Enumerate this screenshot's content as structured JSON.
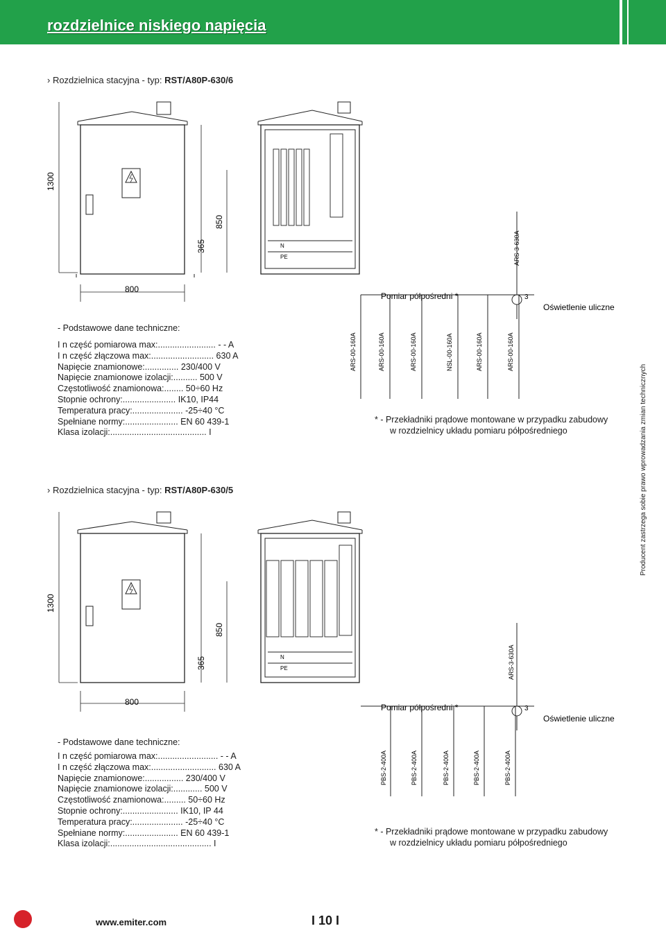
{
  "header": {
    "title": "rozdzielnice niskiego napięcia"
  },
  "section1": {
    "title_prefix": "›  Rozdzielnica stacyjna - typ: ",
    "title_type": "RST/A80P-630/6",
    "dims": {
      "height": "1300",
      "width": "800",
      "inner_height": "850",
      "bottom": "365"
    },
    "panel_labels": {
      "n": "N",
      "pe": "PE"
    },
    "labels": {
      "pomiar": "Pomiar półpośredni *",
      "oswietlenie": "Oświetlenie uliczne",
      "ars_main": "ARS-3-630A",
      "three": "3",
      "outputs": [
        "ARS-00-160A",
        "ARS-00-160A",
        "ARS-00-160A",
        "NSL-00-160A",
        "ARS-00-160A",
        "ARS-00-160A"
      ]
    },
    "specs_head": "-  Podstawowe dane techniczne:",
    "specs": [
      "I n część pomiarowa max:........................ - - A",
      "I n część złączowa max:.......................... 630 A",
      "Napięcie znamionowe:.............. 230/400 V",
      "Napięcie znamionowe izolacji:.......... 500 V",
      "Częstotliwość znamionowa:........ 50÷60 Hz",
      "Stopnie ochrony:...................... IK10, IP44",
      "Temperatura pracy:..................... -25÷40 °C",
      "Spełniane normy:...................... EN 60 439-1",
      "Klasa izolacji:........................................ I"
    ],
    "note_line1": "* -  Przekładniki prądowe montowane w przypadku zabudowy",
    "note_line2": "w rozdzielnicy układu pomiaru półpośredniego"
  },
  "section2": {
    "title_prefix": "›  Rozdzielnica stacyjna - typ: ",
    "title_type": "RST/A80P-630/5",
    "dims": {
      "height": "1300",
      "width": "800",
      "inner_height": "850",
      "bottom": "365"
    },
    "panel_labels": {
      "n": "N",
      "pe": "PE"
    },
    "labels": {
      "pomiar": "Pomiar półpośredni *",
      "oswietlenie": "Oświetlenie uliczne",
      "ars_main": "ARS-3-630A",
      "three": "3",
      "outputs": [
        "PBS-2-400A",
        "PBS-2-400A",
        "PBS-2-400A",
        "PBS-2-400A",
        "PBS-2-400A"
      ]
    },
    "specs_head": "-  Podstawowe dane techniczne:",
    "specs": [
      "I n część pomiarowa max:......................... - - A",
      "I n część złączowa max:........................... 630  A",
      "Napięcie znamionowe:................ 230/400 V",
      "Napięcie znamionowe izolacji:............ 500 V",
      "Częstotliwość znamionowa:......... 50÷60 Hz",
      "Stopnie ochrony:....................... IK10,  IP 44",
      "Temperatura pracy:..................... -25÷40 °C",
      "Spełniane normy:...................... EN 60 439-1",
      "Klasa izolacji:.......................................... I"
    ],
    "note_line1": "* -  Przekładniki prądowe montowane w przypadku zabudowy",
    "note_line2": "w rozdzielnicy układu pomiaru półpośredniego"
  },
  "side_note": "Producent zastrzega sobie prawo wprowadzania zmian technicznych",
  "footer": {
    "url": "www.emiter.com",
    "page": "I   10   I"
  }
}
